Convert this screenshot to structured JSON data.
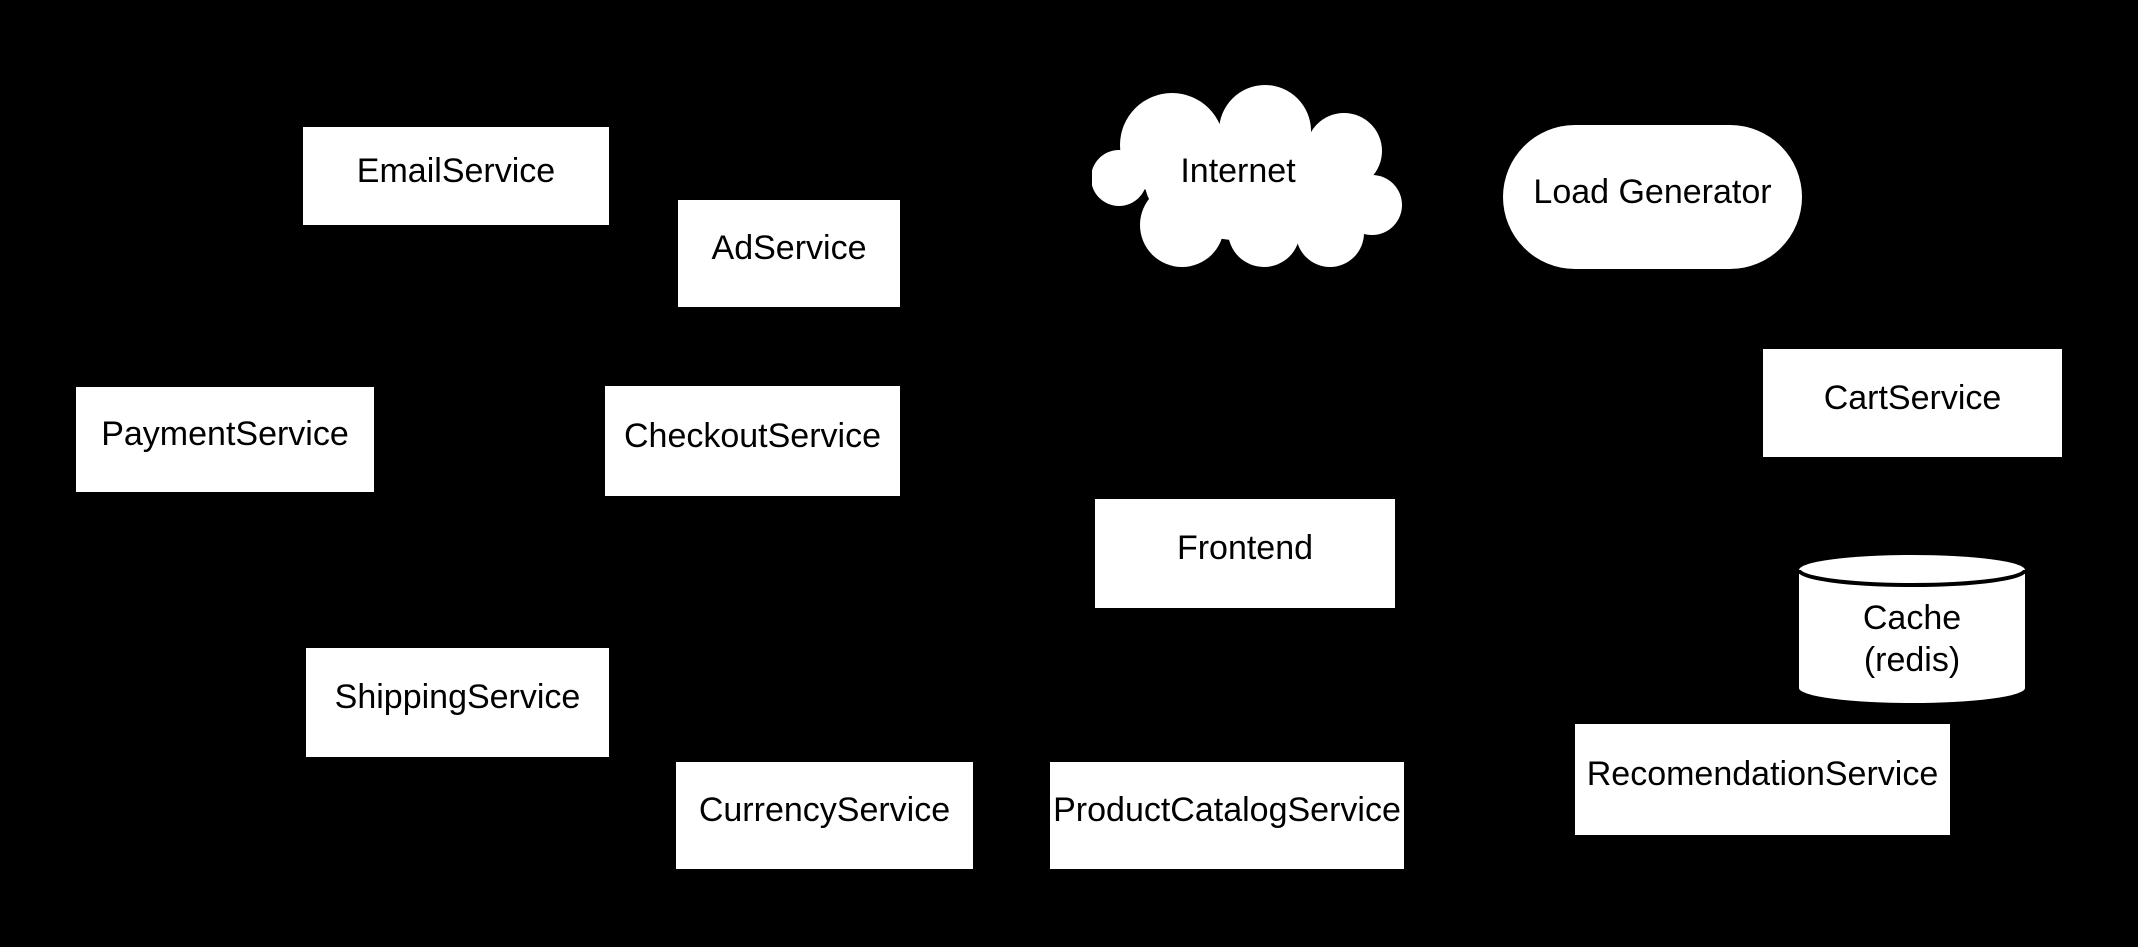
{
  "diagram": {
    "colors": {
      "background": "#000000",
      "node_fill": "#ffffff",
      "node_text": "#000000",
      "cylinder_arc": "#000000"
    },
    "nodes": [
      {
        "id": "email-service",
        "label": "EmailService",
        "shape": "rectangle"
      },
      {
        "id": "ad-service",
        "label": "AdService",
        "shape": "rectangle"
      },
      {
        "id": "internet",
        "label": "Internet",
        "shape": "cloud"
      },
      {
        "id": "load-generator",
        "label": "Load Generator",
        "shape": "stadium"
      },
      {
        "id": "payment-service",
        "label": "PaymentService",
        "shape": "rectangle"
      },
      {
        "id": "checkout-service",
        "label": "CheckoutService",
        "shape": "rectangle"
      },
      {
        "id": "cart-service",
        "label": "CartService",
        "shape": "rectangle"
      },
      {
        "id": "frontend",
        "label": "Frontend",
        "shape": "rectangle"
      },
      {
        "id": "cache-redis",
        "label": "Cache",
        "label_line2": "(redis)",
        "shape": "cylinder"
      },
      {
        "id": "shipping-service",
        "label": "ShippingService",
        "shape": "rectangle"
      },
      {
        "id": "currency-service",
        "label": "CurrencyService",
        "shape": "rectangle"
      },
      {
        "id": "product-catalog-service",
        "label": "ProductCatalogService",
        "shape": "rectangle"
      },
      {
        "id": "recomendation-service",
        "label": "RecomendationService",
        "shape": "rectangle"
      }
    ]
  }
}
